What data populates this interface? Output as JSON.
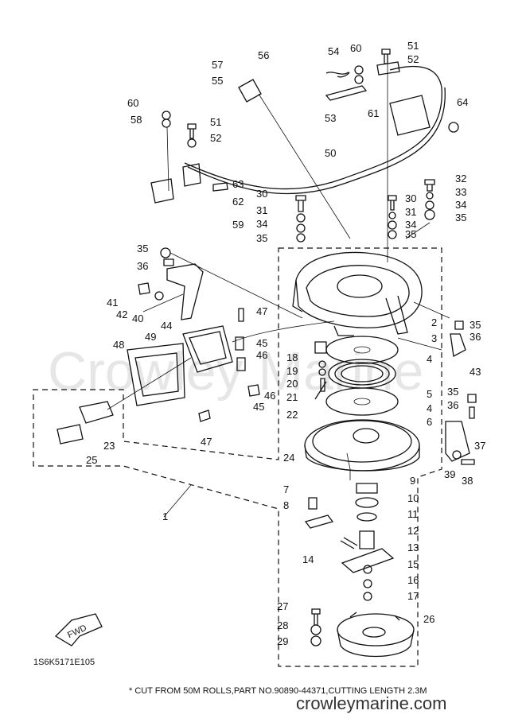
{
  "watermark": "Crowley Marine",
  "diagram_code": "1S6K5171E105",
  "footnote": "* CUT FROM 50M ROLLS,PART NO.90890-44371,CUTTING LENGTH 2.3M",
  "site_watermark": "crowleymarine.com",
  "fwd_label": "FWD",
  "callouts": {
    "c1": "1",
    "c2": "2",
    "c3": "3",
    "c4a": "4",
    "c4b": "4",
    "c5": "5",
    "c6": "6",
    "c7": "7",
    "c8": "8",
    "c9": "9",
    "c10": "10",
    "c11": "11",
    "c12": "12",
    "c13": "13",
    "c14": "14",
    "c15": "15",
    "c16": "16",
    "c17": "17",
    "c18": "18",
    "c19": "19",
    "c20": "20",
    "c21": "21",
    "c22": "22",
    "c23": "23",
    "c24": "24",
    "c25": "25",
    "c26": "26",
    "c27": "27",
    "c28": "28",
    "c29": "29",
    "c30a": "30",
    "c30b": "30",
    "c31a": "31",
    "c31b": "31",
    "c32": "32",
    "c33": "33",
    "c34a": "34",
    "c34b": "34",
    "c34c": "34",
    "c35a": "35",
    "c35b": "35",
    "c35c": "35",
    "c35d": "35",
    "c35e": "35",
    "c35f": "35",
    "c36a": "36",
    "c36b": "36",
    "c36c": "36",
    "c37": "37",
    "c38": "38",
    "c39": "39",
    "c40": "40",
    "c41": "41",
    "c42": "42",
    "c43": "43",
    "c44": "44",
    "c45a": "45",
    "c45b": "45",
    "c46a": "46",
    "c46b": "46",
    "c47a": "47",
    "c47b": "47",
    "c48": "48",
    "c49": "49",
    "c50": "50",
    "c51a": "51",
    "c51b": "51",
    "c52a": "52",
    "c52b": "52",
    "c53": "53",
    "c54": "54",
    "c55": "55",
    "c56": "56",
    "c57": "57",
    "c58": "58",
    "c59": "59",
    "c60a": "60",
    "c60b": "60",
    "c61": "61",
    "c62": "62",
    "c63": "63",
    "c64": "64"
  }
}
